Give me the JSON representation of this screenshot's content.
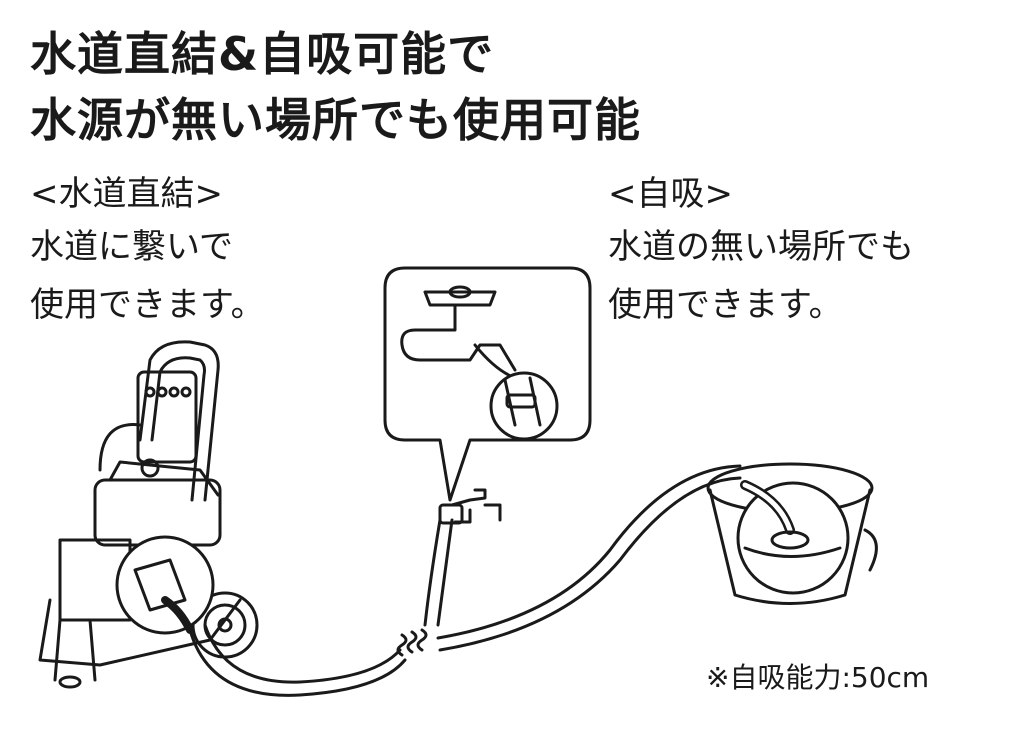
{
  "headline": {
    "line1": "水道直結&自吸可能で",
    "line2": "水源が無い場所でも使用可能"
  },
  "left_section": {
    "heading": "<水道直結>",
    "line1": "水道に繋いで",
    "line2": "使用できます。"
  },
  "right_section": {
    "heading": "<自吸>",
    "line1": "水道の無い場所でも",
    "line2": "使用できます。"
  },
  "footnote": "※自吸能力:50cm"
}
